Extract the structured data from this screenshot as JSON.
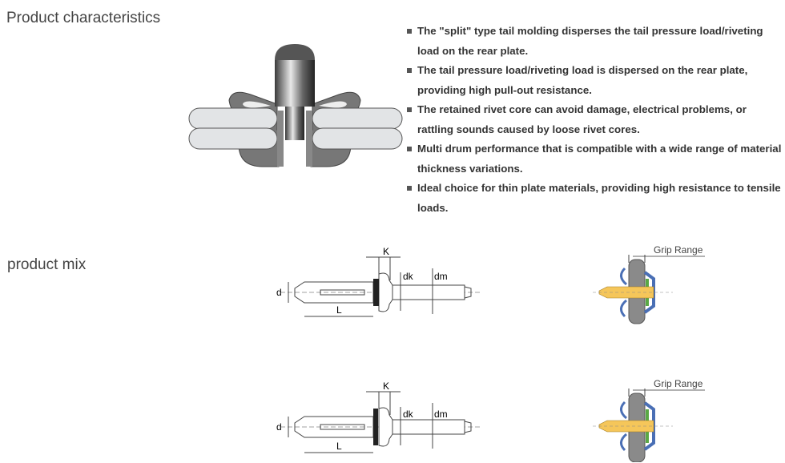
{
  "sections": {
    "characteristics_title": "Product characteristics",
    "mix_title": "product mix"
  },
  "characteristics": [
    "The \"split\" type tail molding disperses the tail pressure load/riveting load on the rear plate.",
    "The tail pressure load/riveting load is dispersed on the rear plate, providing high pull-out resistance.",
    "The retained rivet core can avoid damage, electrical problems, or rattling sounds caused by loose rivet cores.",
    "Multi drum performance that is compatible with a wide range of material thickness variations.",
    "Ideal choice for thin plate materials, providing high resistance to tensile loads."
  ],
  "products": [
    {
      "labels": {
        "k": "K",
        "dk": "dk",
        "dm": "dm",
        "d": "d",
        "l": "L"
      },
      "grip_label": "Grip Range"
    },
    {
      "labels": {
        "k": "K",
        "dk": "dk",
        "dm": "dm",
        "d": "d",
        "l": "L"
      },
      "grip_label": "Grip Range"
    }
  ],
  "colors": {
    "rivet_body": "#f5c65a",
    "sleeve": "#4a6fb5",
    "washer": "#5aa845",
    "plate": "#888888"
  }
}
